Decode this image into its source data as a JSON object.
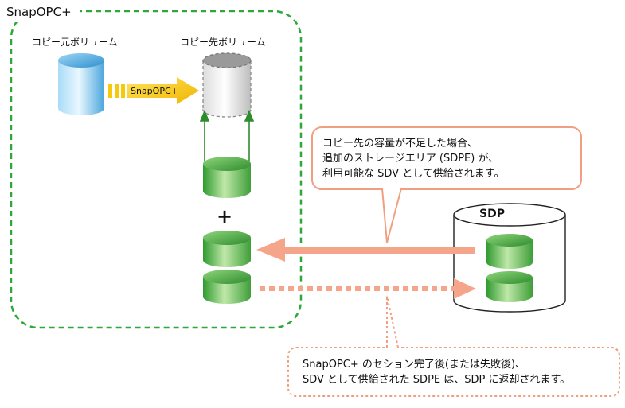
{
  "title": "SnapOPC+",
  "source_volume_label": "コピー元ボリューム",
  "target_volume_label": "コピー先ボリューム",
  "copy_arrow_label": "SnapOPC+",
  "plus_sign": "+",
  "pool_label": "SDP",
  "callout_top": {
    "lines": [
      "コピー先の容量が不足した場合、",
      "追加のストレージエリア (SDPE) が、",
      "利用可能な SDV として供給されます。"
    ]
  },
  "callout_bottom": {
    "lines": [
      "SnapOPC+ のセション完了後(または失敗後)、",
      "SDV として供給された SDPE は、SDP に返却されます。"
    ]
  },
  "colors": {
    "frame_dashed": "#2ea83a",
    "callout_border": "#f0a080",
    "arrow_salmon": "#f5a68a",
    "copy_arrow": "#f7c90e",
    "green_cylinder": "#4aa83a",
    "blue_cylinder": "#5ab4e4",
    "arrow_up": "#2e8b2e"
  }
}
